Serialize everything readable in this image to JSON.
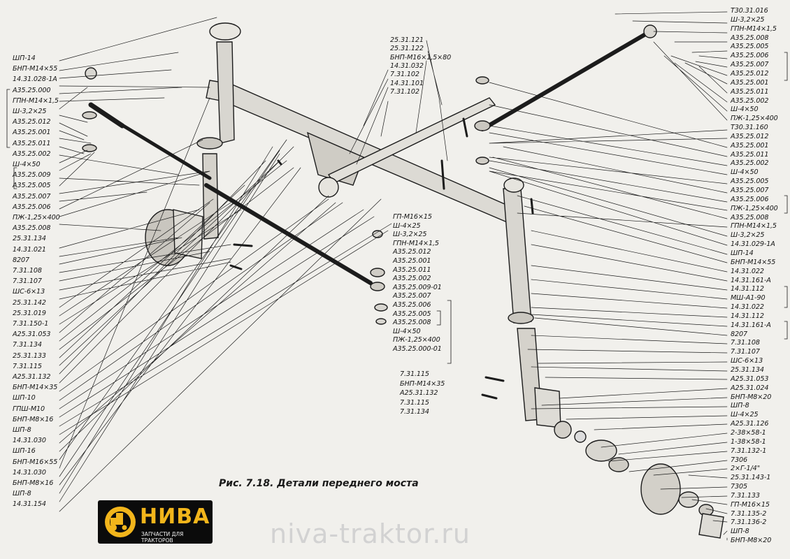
{
  "left_labels": [
    "ШП-14",
    "БНП-М14×55",
    "14.31.028-1А",
    "А35.25.000",
    "ГПН-М14×1,5",
    "Ш-3,2×25",
    "А35.25.012",
    "А35.25.001",
    "А35.25.011",
    "А35.25.002",
    "Ш-4×50",
    "А35.25.009",
    "А35.25.005",
    "А35.25.007",
    "А35.25.006",
    "ПЖ-1,25×400",
    "А35.25.008",
    "25.31.134",
    "14.31.021",
    "8207",
    "7.31.108",
    "7.31.107",
    "ШС-6×13",
    "25.31.142",
    "25.31.019",
    "7.31.150-1",
    "А25.31.053",
    "7.31.134",
    "25.31.133",
    "7.31.115",
    "А25.31.132",
    "БНП-М14×35",
    "ШП-10",
    "ГПШ-М10",
    "БНП-М8×16",
    "ШП-8",
    "14.31.030",
    "ШП-16",
    "БНП-М16×55",
    "14.31.030",
    "БНП-М8×16",
    "ШП-8",
    "14.31.154"
  ],
  "right_labels": [
    "Т30.31.016",
    "Ш-3,2×25",
    "ГПН-М14×1,5",
    "А35.25.008",
    "А35.25.005",
    "А35.25.006",
    "А35.25.007",
    "А35.25.012",
    "А35.25.001",
    "А35.25.011",
    "А35.25.002",
    "Ш-4×50",
    "ПЖ-1,25×400",
    "Т30.31.160",
    "А35.25.012",
    "А35.25.001",
    "А35.25.011",
    "А35.25.002",
    "Ш-4×50",
    "А35.25.005",
    "А35.25.007",
    "А35.25.006",
    "ПЖ-1,25×400",
    "А35.25.008",
    "ГПН-М14×1,5",
    "Ш-3,2×25",
    "14.31.029-1А",
    "ШП-14",
    "БНП-М14×55",
    "14.31.022",
    "14.31.161-А",
    "14.31.112",
    "МШ-А1-90",
    "14.31.022",
    "14.31.112",
    "14.31.161-А",
    "8207",
    "7.31.108",
    "7.31.107",
    "ШС-6×13",
    "25.31.134",
    "А25.31.053",
    "А25.31.024",
    "БНП-М8×20",
    "ШП-8",
    "Ш-4×25",
    "А25.31.126",
    "2-38×58-1",
    "1-38×58-1",
    "7.31.132-1",
    "7306",
    "2×Г-1/4\"",
    "25.31.143-1",
    "7305",
    "7.31.133",
    "ГП-М16×15",
    "7.31.135-2",
    "7.31.136-2",
    "ШП-8",
    "БНП-М8×20"
  ],
  "top_labels": [
    "25.31.121",
    "25.31.122",
    "БНП-М16×1,5×80",
    "14.31.032",
    "7.31.102",
    "14.31.101",
    "7.31.102"
  ],
  "middle_labels": [
    "ГП-М16×15",
    "Ш-4×25",
    "Ш-3,2×25",
    "ГПН-М14×1,5",
    "А35.25.012",
    "А35.25.001",
    "А35.25.011",
    "А35.25.002",
    "А35.25.009-01",
    "А35.25.007",
    "А35.25.006",
    "А35.25.005",
    "А35.25.008",
    "Ш-4×50",
    "ПЖ-1,25×400",
    "А35.25.000-01"
  ],
  "bottom_middle_labels": [
    "7.31.115",
    "БНП-М14×35",
    "А25.31.132",
    "7.31.115",
    "7.31.134"
  ],
  "caption": "Рис. 7.18. Детали переднего моста",
  "logo": {
    "name": "НИВА",
    "subtitle": "ЗАПЧАСТИ ДЛЯ ТРАКТОРОВ"
  },
  "watermark": "niva-traktor.ru",
  "colors": {
    "ink": "#1a1a1a",
    "paper": "#f1f0ec",
    "logo_bg": "#0b0b0b",
    "logo_accent": "#f2b51b"
  }
}
